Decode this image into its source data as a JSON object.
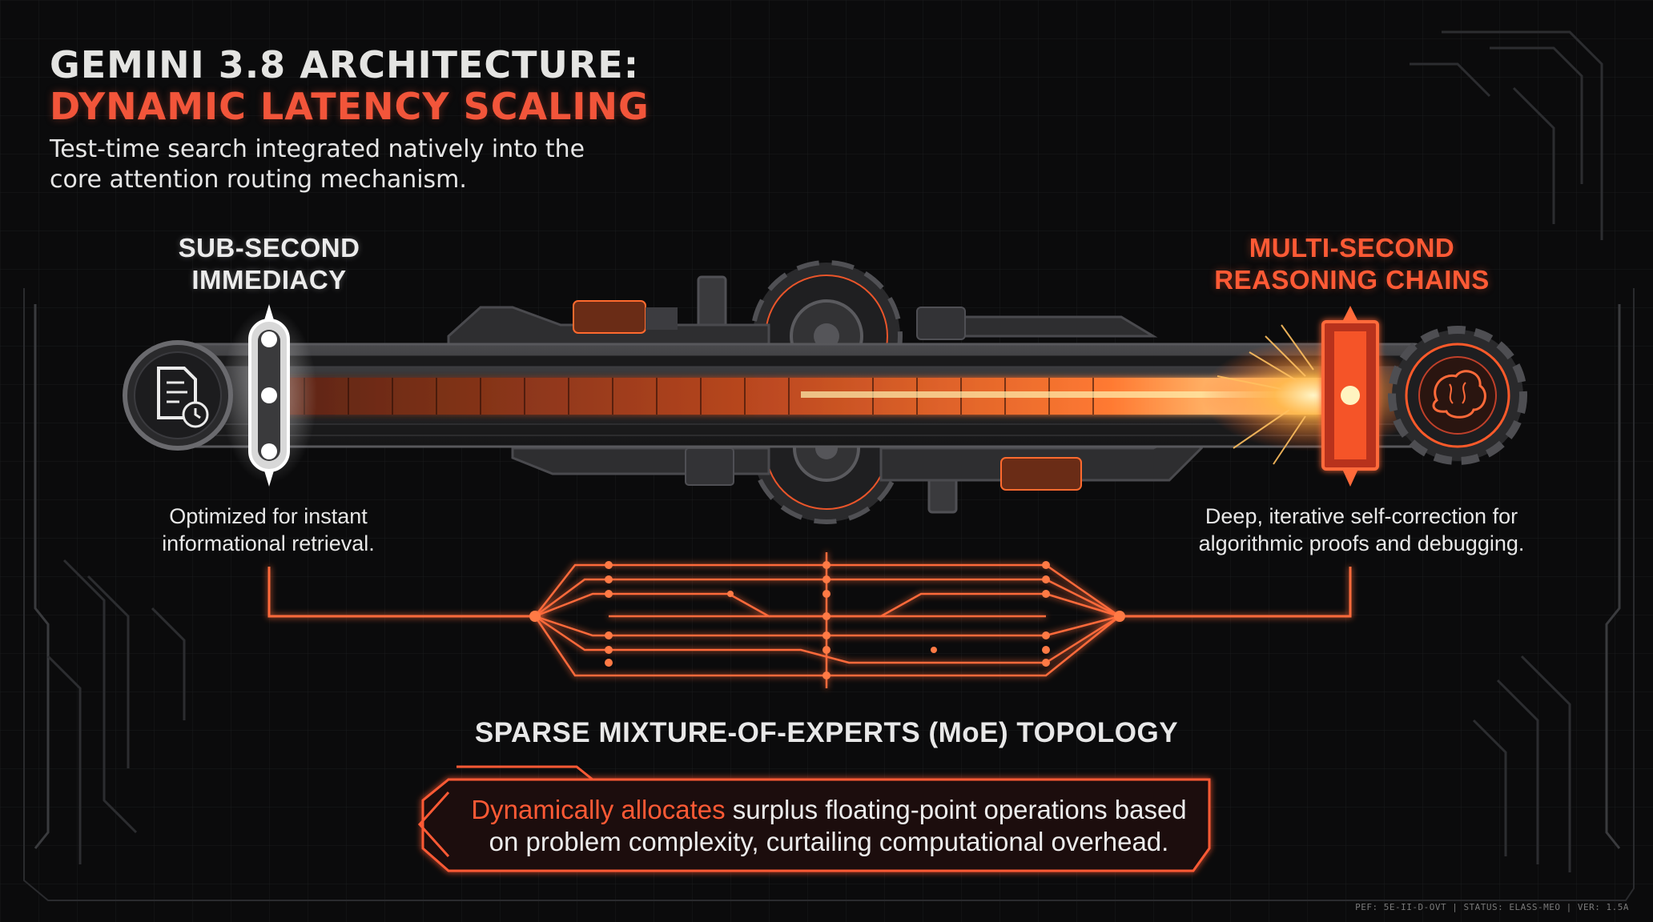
{
  "header": {
    "title_line1": "GEMINI 3.8 ARCHITECTURE:",
    "title_line2": "DYNAMIC LATENCY SCALING",
    "subtitle": "Test-time search integrated natively into the core attention routing mechanism."
  },
  "left_endpoint": {
    "label": "SUB-SECOND IMMEDIACY",
    "description": "Optimized for instant informational retrieval.",
    "icon": "document-clock-icon"
  },
  "right_endpoint": {
    "label": "MULTI-SECOND REASONING CHAINS",
    "description": "Deep, iterative self-correction for algorithmic proofs and debugging.",
    "icon": "brain-gear-icon"
  },
  "topology": {
    "label": "SPARSE MIXTURE-OF-EXPERTS (MoE) TOPOLOGY"
  },
  "callout": {
    "highlight": "Dynamically allocates",
    "text": " surplus floating-point operations based on problem complexity, curtailing computational overhead."
  },
  "footer": {
    "text": "PEF: 5E-II-D-OVT | STATUS: ELASS-MEO | VER: 1.5A"
  },
  "colors": {
    "background": "#0b0b0c",
    "accent": "#ff5a35",
    "glow": "#ffb050",
    "text": "#e8e8e8",
    "metal": "#3a3a3c"
  }
}
